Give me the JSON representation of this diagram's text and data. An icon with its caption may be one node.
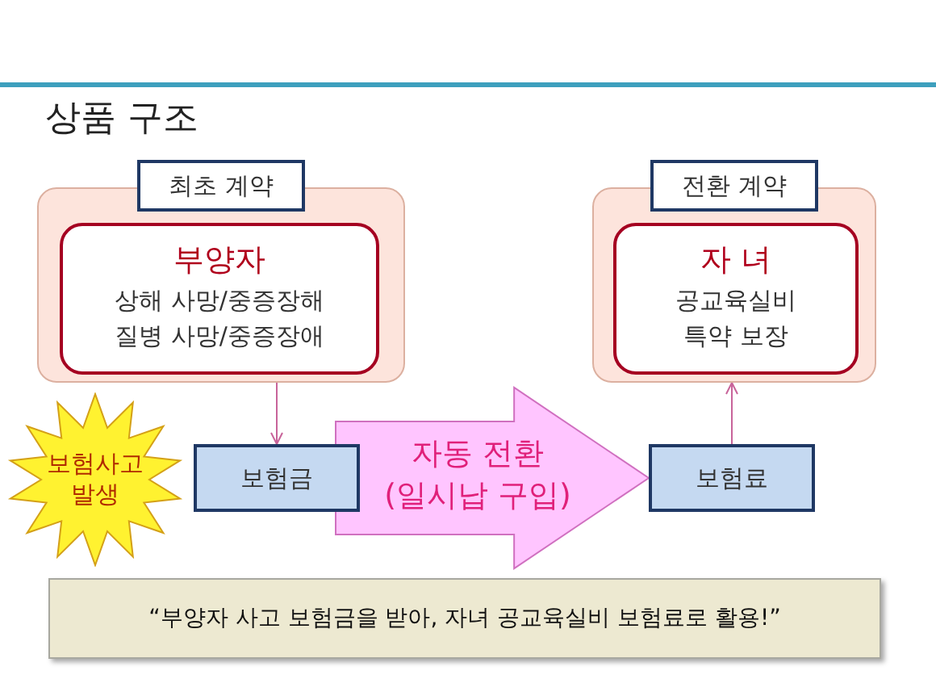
{
  "diagram": {
    "title": "상품 구조",
    "nodes": [
      {
        "text": [
          "최초 계약"
        ]
      },
      {
        "text": [
          "부양자",
          "상해 사망/중증장해",
          "질병 사망/중증장애"
        ],
        "in": 0
      },
      {
        "text": [
          "전환 계약"
        ]
      },
      {
        "text": [
          "자 녀",
          "공교육실비",
          "특약 보장"
        ],
        "in": 2
      },
      {
        "text": [
          "보험사고 발생"
        ]
      },
      {
        "text": [
          "보험금"
        ]
      },
      {
        "text": [
          "보험료"
        ]
      },
      {
        "text": [
          "“부양자 사고 보험금을 받아, 자녀 공교육실비 보험료로 활용!”"
        ]
      }
    ],
    "edges": [
      {
        "from": 0,
        "to": 5,
        "arrow": "to"
      },
      {
        "from": 6,
        "to": 2,
        "arrow": "to"
      },
      {
        "from": 5,
        "to": 6,
        "arrow": "to",
        "label": "자동 전환 (일시납 구입)",
        "style": "thick"
      }
    ]
  }
}
